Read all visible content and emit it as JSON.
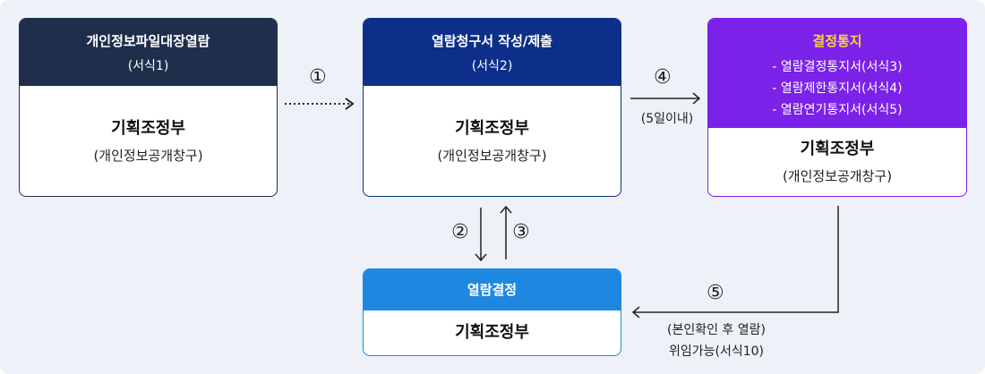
{
  "boxes": {
    "box1": {
      "head_title": "개인정보파일대장열람",
      "head_sub": "(서식1)",
      "body_title": "기획조정부",
      "body_sub": "(개인정보공개창구)"
    },
    "box2": {
      "head_title": "열람청구서 작성/제출",
      "head_sub": "(서식2)",
      "body_title": "기획조정부",
      "body_sub": "(개인정보공개창구)"
    },
    "box3": {
      "head_title": "결정통지",
      "items": [
        "- 열람결정통지서(서식3)",
        "- 열람제한통지서(서식4)",
        "- 열람연기통지서(서식5)"
      ],
      "body_title": "기획조정부",
      "body_sub": "(개인정보공개창구)"
    },
    "box4": {
      "head_title": "열람결정",
      "body_title": "기획조정부"
    }
  },
  "steps": {
    "s1": "①",
    "s2": "②",
    "s3": "③",
    "s4": "④",
    "s4_note": "(5일이내)",
    "s5": "⑤",
    "s5_note_line1": "(본인확인 후 열람)",
    "s5_note_line2": "위임가능(서식10)"
  },
  "colors": {
    "box1_head": "#1f2e4b",
    "box2_head": "#0d2f8a",
    "box3_head": "#7b22e8",
    "box3_title": "#ffd23f",
    "box4_head": "#1e88e0",
    "background": "#eef1f7"
  }
}
